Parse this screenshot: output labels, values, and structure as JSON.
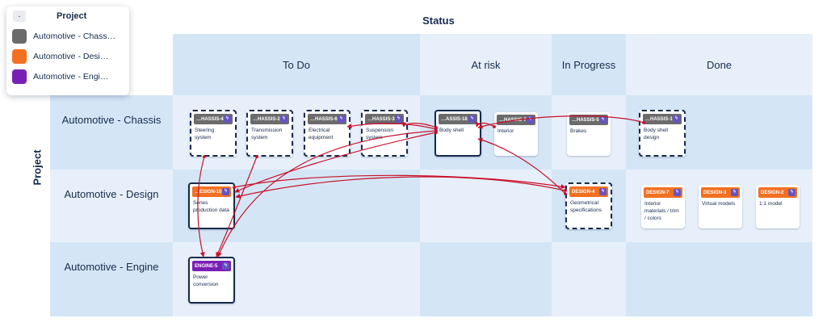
{
  "legend": {
    "collapse_label": "-",
    "title": "Project",
    "items": [
      {
        "label": "Automotive - Chass…",
        "color": "#6b6b6b"
      },
      {
        "label": "Automotive - Desi…",
        "color": "#f37021"
      },
      {
        "label": "Automotive - Engi…",
        "color": "#7a1fb5"
      }
    ]
  },
  "axes": {
    "x_title": "Status",
    "y_title": "Project"
  },
  "columns": [
    "To Do",
    "At risk",
    "In Progress",
    "Done"
  ],
  "rows": [
    "Automotive - Chassis",
    "Automotive - Design",
    "Automotive - Engine"
  ],
  "colors": {
    "chassis": "#6b6b6b",
    "design": "#f37021",
    "engine": "#7a1fb5",
    "link": "#c9102a"
  },
  "cards": [
    {
      "id": "…HASSIS-4",
      "title": "Steering system",
      "style": "dashed",
      "project": "chassis"
    },
    {
      "id": "…HASSIS-2",
      "title": "Transmission system",
      "style": "dashed",
      "project": "chassis"
    },
    {
      "id": "…HASSIS-6",
      "title": "Electrical equipment",
      "style": "dashed",
      "project": "chassis"
    },
    {
      "id": "…HASSIS-3",
      "title": "Suspension system",
      "style": "dashed",
      "project": "chassis"
    },
    {
      "id": "…ASSIS-18",
      "title": "Body shell",
      "style": "bold",
      "project": "chassis"
    },
    {
      "id": "…HASSIS-7",
      "title": "Interior",
      "style": "plain",
      "project": "chassis"
    },
    {
      "id": "…HASSIS-5",
      "title": "Brakes",
      "style": "plain",
      "project": "chassis"
    },
    {
      "id": "…HASSIS-1",
      "title": "Body shell design",
      "style": "dashed",
      "project": "chassis"
    },
    {
      "id": "…ESIGN-10",
      "title": "Series production data",
      "style": "bold",
      "project": "design"
    },
    {
      "id": "DESIGN-4",
      "title": "Geometrical specifications",
      "style": "dashed",
      "project": "design"
    },
    {
      "id": "DESIGN-7",
      "title": "Interior materials / trim / colors",
      "style": "plain",
      "project": "design"
    },
    {
      "id": "DESIGN-3",
      "title": "Virtual models",
      "style": "plain",
      "project": "design"
    },
    {
      "id": "DESIGN-2",
      "title": "1:1 model",
      "style": "plain",
      "project": "design"
    },
    {
      "id": "ENGINE-5",
      "title": "Power conversion",
      "style": "bold",
      "project": "engine"
    }
  ],
  "bolt_icon": "lightning-icon"
}
